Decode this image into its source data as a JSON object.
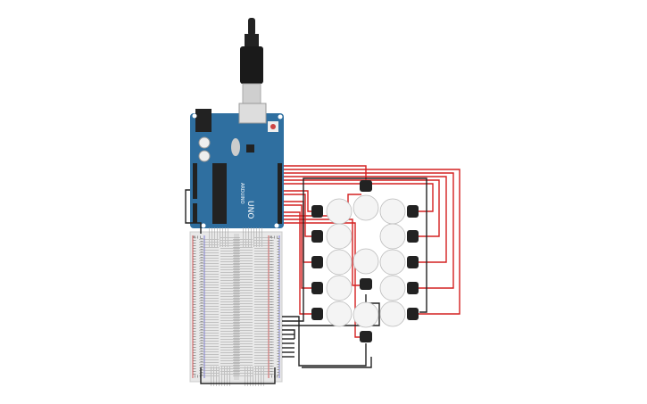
{
  "board": {
    "name": "UNO",
    "brand": "ARDUINO",
    "color": "#2f6fa0"
  },
  "colors": {
    "wire_red": "#d42020",
    "wire_black": "#222222",
    "breadboard": "#e8e8e8",
    "bulb": "#f4f4f4",
    "socket": "#222222"
  },
  "bulbs": {
    "count": 13
  }
}
